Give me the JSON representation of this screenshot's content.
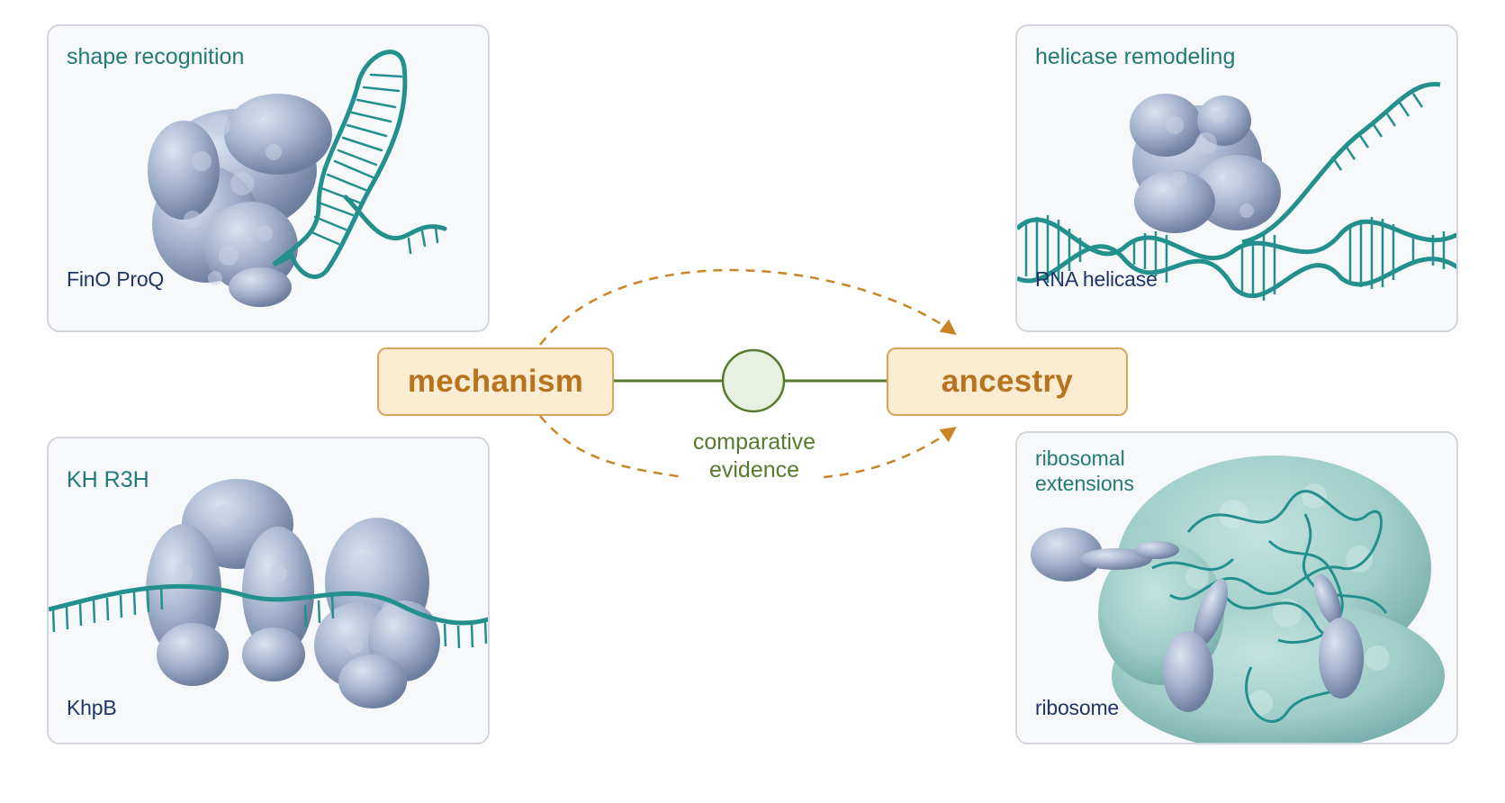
{
  "panels": {
    "shape": {
      "title": "shape recognition",
      "subtitle": "FinO ProQ"
    },
    "helicase": {
      "title": "helicase remodeling",
      "subtitle": "RNA helicase"
    },
    "kh": {
      "title": "KH R3H",
      "subtitle": "KhpB"
    },
    "ribosome": {
      "title": "ribosomal\nextensions",
      "subtitle": "ribosome"
    }
  },
  "center": {
    "left_node": "mechanism",
    "right_node": "ancestry",
    "link_label": "comparative\nevidence"
  },
  "colors": {
    "rna": "#23908e",
    "protein": "#98a8c6",
    "ribosome_body": "#9fcdc8",
    "node_fill": "#fcecd2",
    "node_text": "#b8731f",
    "arrow": "#c98523",
    "link": "#587a2e"
  }
}
